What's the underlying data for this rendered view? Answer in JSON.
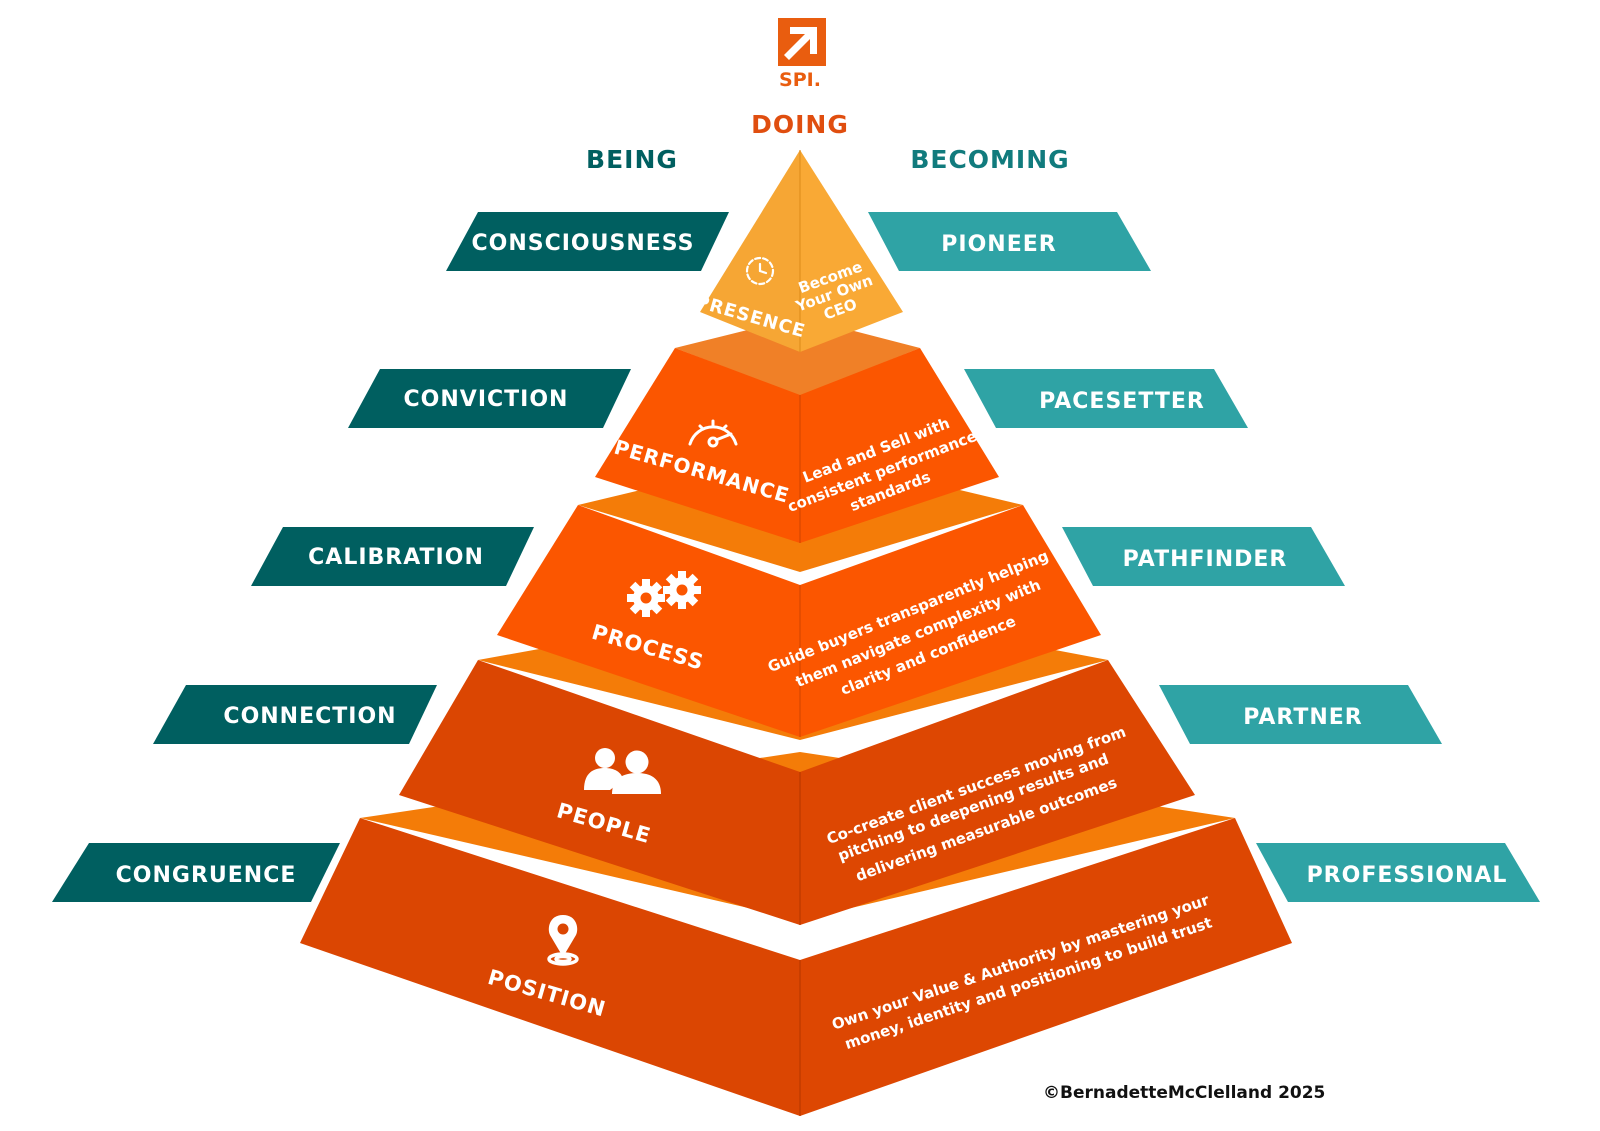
{
  "logo": {
    "text": "SPI."
  },
  "headers": {
    "doing": "DOING",
    "being": "BEING",
    "becoming": "BECOMING"
  },
  "being": [
    "CONSCIOUSNESS",
    "CONVICTION",
    "CALIBRATION",
    "CONNECTION",
    "CONGRUENCE"
  ],
  "becoming": [
    "PIONEER",
    "PACESETTER",
    "PATHFINDER",
    "PARTNER",
    "PROFESSIONAL"
  ],
  "levels": [
    {
      "name": "PRESENCE",
      "icon": "clock-icon",
      "desc": [
        "Become",
        "Your Own",
        "CEO"
      ]
    },
    {
      "name": "PERFORMANCE",
      "icon": "speedometer-icon",
      "desc": [
        "Lead and Sell with",
        "consistent performance",
        "standards"
      ]
    },
    {
      "name": "PROCESS",
      "icon": "gears-icon",
      "desc": [
        "Guide buyers transparently helping",
        "them navigate complexity with",
        "clarity and confidence"
      ]
    },
    {
      "name": "PEOPLE",
      "icon": "people-icon",
      "desc": [
        "Co-create client success moving from",
        "pitching to deepening results and",
        "delivering measurable outcomes"
      ]
    },
    {
      "name": "POSITION",
      "icon": "location-pin-icon",
      "desc": [
        "Own your Value & Authority by mastering your",
        "money, identity and positioning to build trust"
      ]
    }
  ],
  "copyright": "©BernadetteMcClelland 2025",
  "colors": {
    "dark_teal": "#005f60",
    "light_teal": "#2fa3a5",
    "doing_orange": "#e04e0f",
    "top_yellow": "#f6a634",
    "tier_orange": "#fb5600",
    "tier_dark": "#db4602",
    "ledge": "#f57f1f"
  }
}
